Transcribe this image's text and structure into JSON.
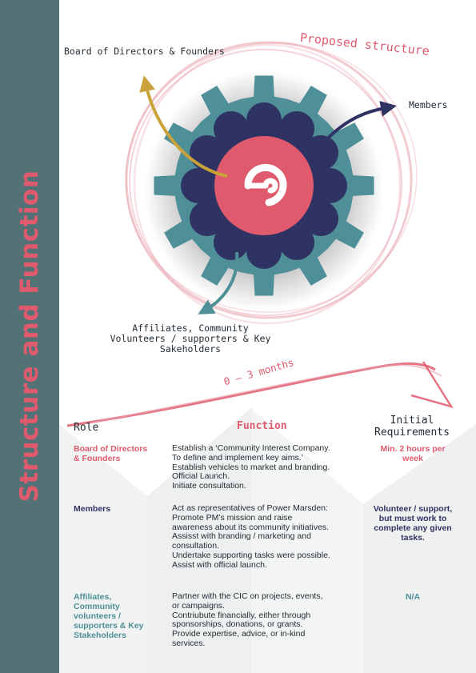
{
  "sidebar": {
    "title": "Structure and Function"
  },
  "diagram": {
    "proposed_label": "Proposed structure",
    "board_label": "Board of Directors & Founders",
    "members_label": "Members",
    "affiliates_label_lines": [
      "Affiliates, Community",
      "Volunteers / supporters & Key",
      "Sakeholders"
    ],
    "logo_icon": "power-marsden-logo-icon",
    "gear_icon": "gear-icon"
  },
  "timeline": {
    "label": "0 – 3 months"
  },
  "table": {
    "headers": {
      "role": "Role",
      "function": "Function",
      "requirements_lines": [
        "Initial",
        "Requirements"
      ]
    },
    "rows": [
      {
        "role_lines": [
          "Board of Directors",
          "& Founders"
        ],
        "function_lines": [
          "Establish a ‘Community Interest Company.",
          "To define and implement key aims.’",
          "Establish vehicles to market and branding.",
          "Official Launch.",
          "Initiate consultation."
        ],
        "requirement_lines": [
          "Min. 2 hours per",
          "week"
        ]
      },
      {
        "role_lines": [
          "Members"
        ],
        "function_lines": [
          "Act as representatives of Power Marsden:",
          "Promote PM’s mission and raise",
          "awareness about its community initiatives.",
          "Assisst with branding / marketing and",
          "consultation.",
          "Undertake supporting tasks were possible.",
          "Assist with official launch."
        ],
        "requirement_lines": [
          "Volunteer / support,",
          "but must work to",
          "complete any given",
          "tasks."
        ]
      },
      {
        "role_lines": [
          "Affiliates,",
          "Community",
          "volunteers /",
          "supporters & Key",
          "Stakeholders"
        ],
        "function_lines": [
          "Partner with the CIC on projects, events,",
          "or campaigns.",
          "Contriubute financially, either through",
          "sponsorships, donations, or grants.",
          "Provide expertise, advice, or in-kind",
          "services."
        ],
        "requirement_lines": [
          "N/A"
        ]
      }
    ]
  },
  "colors": {
    "sidebar": "#527276",
    "accent_pink": "#e05a6e",
    "navy": "#2f3364",
    "teal": "#4f8f98",
    "gold": "#c9a23a"
  }
}
